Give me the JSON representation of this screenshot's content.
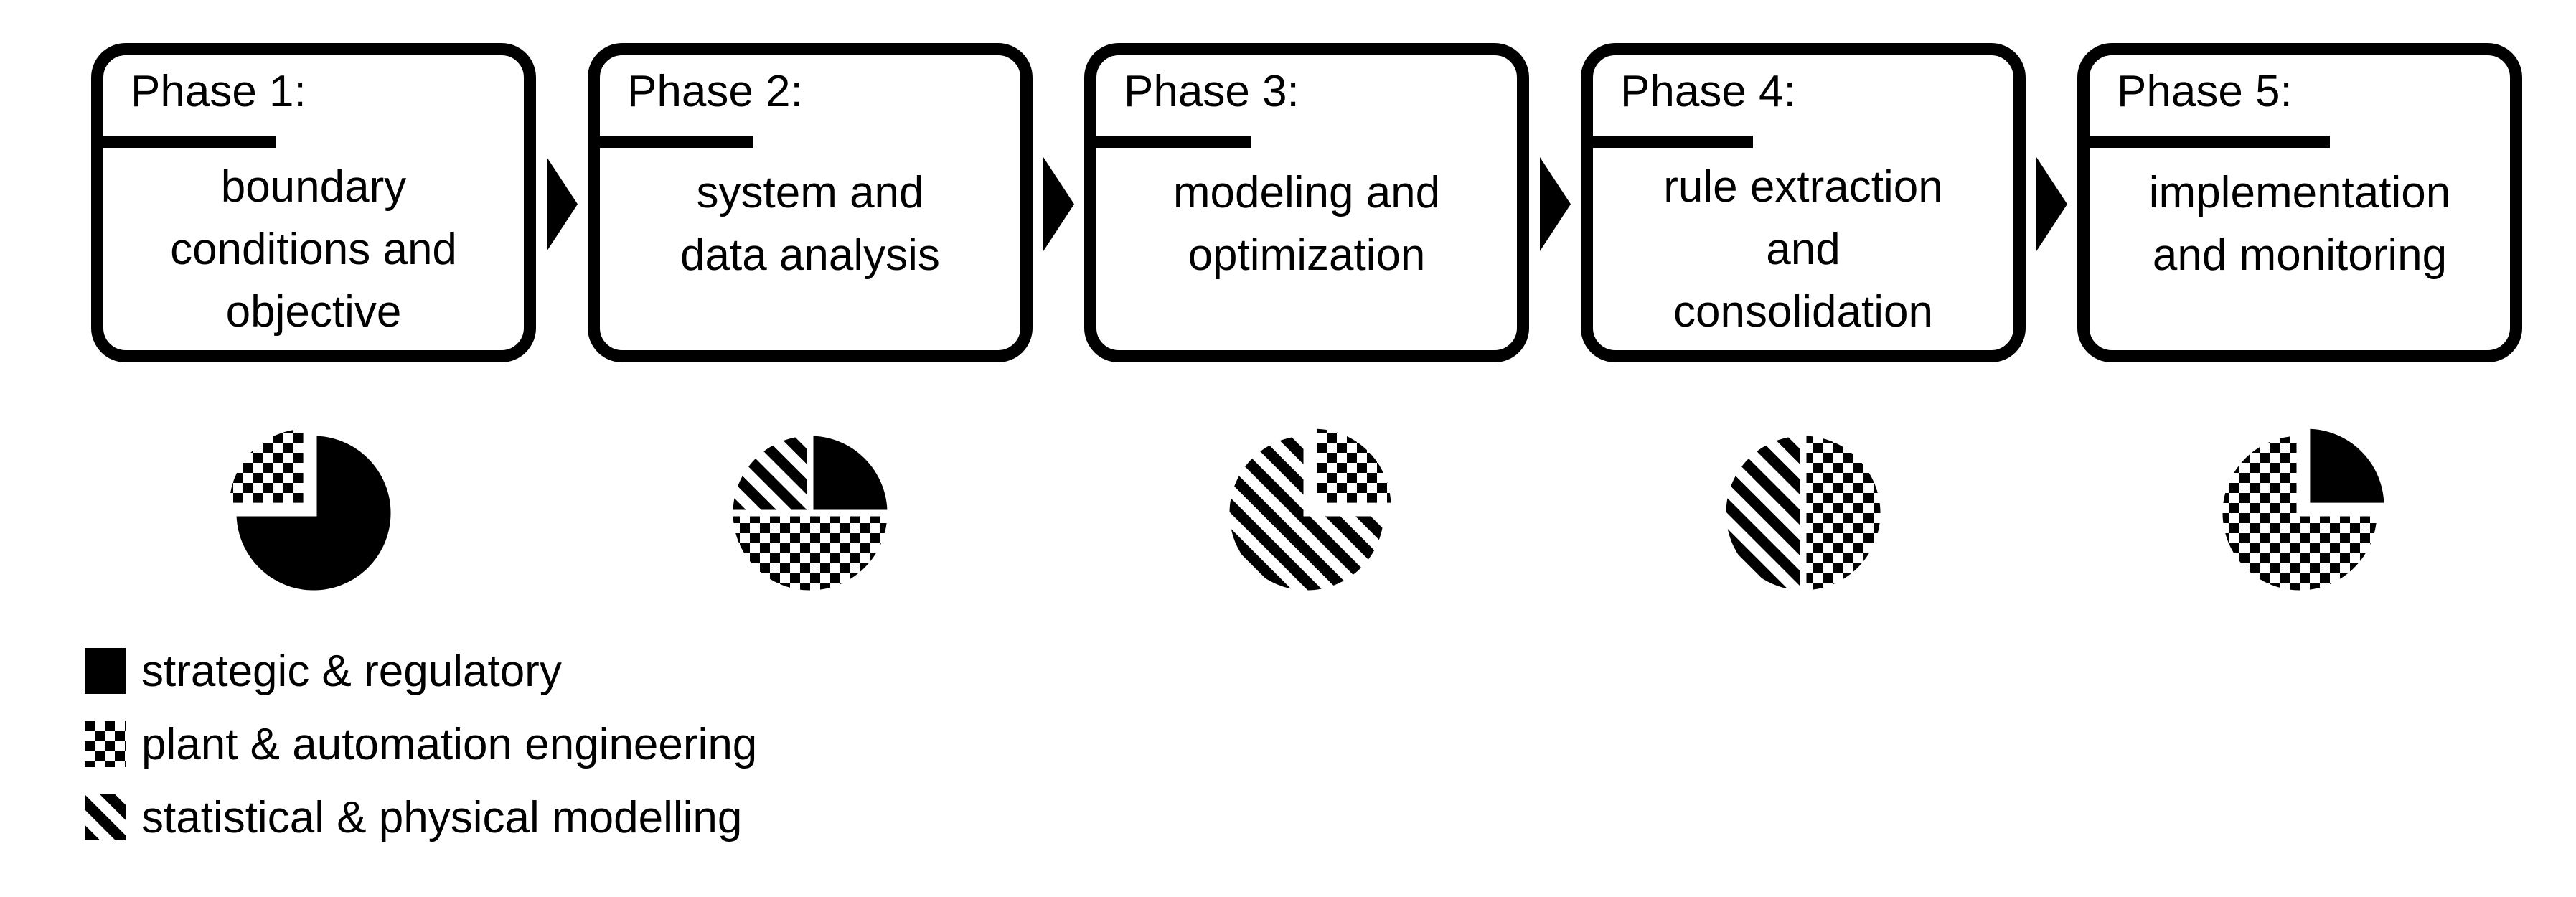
{
  "colors": {
    "foreground": "#000000",
    "background": "#ffffff"
  },
  "phases": [
    {
      "label": "Phase 1:",
      "description": "boundary conditions and objective",
      "lines": [
        "boundary",
        "conditions and",
        "objective"
      ]
    },
    {
      "label": "Phase 2:",
      "description": "system and data analysis",
      "lines": [
        "system and",
        "data analysis"
      ]
    },
    {
      "label": "Phase 3:",
      "description": "modeling and optimization",
      "lines": [
        "modeling and",
        "optimization"
      ]
    },
    {
      "label": "Phase 4:",
      "description": "rule extraction and consolidation",
      "lines": [
        "rule extraction",
        "and",
        "consolidation"
      ]
    },
    {
      "label": "Phase 5:",
      "description": "implementation and monitoring",
      "lines": [
        "implementation",
        "and monitoring"
      ]
    }
  ],
  "arrows": {
    "count": 4,
    "direction": "right"
  },
  "legend": {
    "items": [
      {
        "label": "strategic & regulatory",
        "pattern": "solid-black"
      },
      {
        "label": "plant & automation engineering",
        "pattern": "checkerboard"
      },
      {
        "label": "statistical & physical modelling",
        "pattern": "diagonal-stripes"
      }
    ]
  },
  "chart_data": [
    {
      "type": "pie",
      "title": "Phase 1",
      "categories": [
        "strategic & regulatory",
        "plant & automation engineering",
        "statistical & physical modelling"
      ],
      "values": [
        75,
        25,
        0
      ],
      "exploded": [
        false,
        true,
        false
      ],
      "patterns": [
        "solid-black",
        "checkerboard",
        "diagonal-stripes"
      ]
    },
    {
      "type": "pie",
      "title": "Phase 2",
      "categories": [
        "strategic & regulatory",
        "plant & automation engineering",
        "statistical & physical modelling"
      ],
      "values": [
        25,
        50,
        25
      ],
      "exploded": [
        false,
        false,
        false
      ],
      "patterns": [
        "solid-black",
        "checkerboard",
        "diagonal-stripes"
      ]
    },
    {
      "type": "pie",
      "title": "Phase 3",
      "categories": [
        "strategic & regulatory",
        "plant & automation engineering",
        "statistical & physical modelling"
      ],
      "values": [
        0,
        25,
        75
      ],
      "exploded": [
        false,
        true,
        false
      ],
      "patterns": [
        "solid-black",
        "checkerboard",
        "diagonal-stripes"
      ]
    },
    {
      "type": "pie",
      "title": "Phase 4",
      "categories": [
        "strategic & regulatory",
        "plant & automation engineering",
        "statistical & physical modelling"
      ],
      "values": [
        0,
        50,
        50
      ],
      "exploded": [
        false,
        false,
        false
      ],
      "patterns": [
        "solid-black",
        "checkerboard",
        "diagonal-stripes"
      ]
    },
    {
      "type": "pie",
      "title": "Phase 5",
      "categories": [
        "strategic & regulatory",
        "plant & automation engineering",
        "statistical & physical modelling"
      ],
      "values": [
        25,
        75,
        0
      ],
      "exploded": [
        true,
        false,
        false
      ],
      "patterns": [
        "solid-black",
        "checkerboard",
        "diagonal-stripes"
      ]
    }
  ]
}
